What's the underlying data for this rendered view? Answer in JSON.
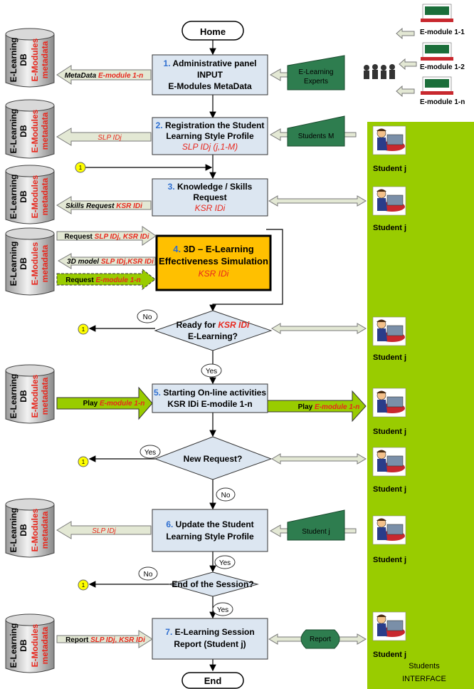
{
  "home_label": "Home",
  "end_label": "End",
  "db": {
    "line1": "E-Learning",
    "line2": "DB",
    "line3": "E-Modules",
    "line4": "metadata"
  },
  "steps": [
    {
      "num": "1.",
      "lines": [
        "Administrative panel",
        "INPUT",
        "E-Modules MetaData"
      ],
      "sub": ""
    },
    {
      "num": "2.",
      "lines": [
        "Registration the Student",
        "Learning Style Profile"
      ],
      "sub": "SLP IDj (j,1-M)"
    },
    {
      "num": "3.",
      "lines": [
        "Knowledge / Skills",
        "Request"
      ],
      "sub": "KSR IDi"
    },
    {
      "num": "4.",
      "lines": [
        "3D – E-Learning",
        "Effectiveness Simulation"
      ],
      "sub": "KSR IDi"
    },
    {
      "num": "5.",
      "lines": [
        "Starting On-line activities",
        "KSR IDi E-modile 1-n"
      ],
      "sub": ""
    },
    {
      "num": "6.",
      "lines": [
        "Update  the Student",
        "Learning Style Profile"
      ],
      "sub": ""
    },
    {
      "num": "7.",
      "lines": [
        "E-Learning Session",
        "Report (Student j)"
      ],
      "sub": ""
    }
  ],
  "decisions": {
    "ready": {
      "a": "Ready for ",
      "b": "KSR IDi",
      "c": "E-Learning?"
    },
    "new_request": "New Request?",
    "end_session": "End of the Session?"
  },
  "answers": {
    "no": "No",
    "yes": "Yes"
  },
  "connector": "1",
  "arrows": {
    "metadata": {
      "a": "MetaData ",
      "b": "E-module 1-n"
    },
    "slp": "SLP IDj",
    "skills": {
      "a": "Skills Request ",
      "b": "KSR IDi"
    },
    "req_slp": {
      "a": "Request ",
      "b": "SLP IDj, KSR IDi"
    },
    "model3d": {
      "a": "3D model ",
      "b": "SLP IDj,KSR IDi"
    },
    "req_mod": {
      "a": "Request ",
      "b": "E-module 1-n"
    },
    "play": {
      "a": "Play ",
      "b": "E-module 1-n"
    },
    "report": {
      "a": "Report ",
      "b": "SLP IDj, KSR IDi"
    }
  },
  "sources": {
    "experts": {
      "a": "E-Learning",
      "b": "Experts"
    },
    "students_m": "Students M",
    "student_j": "Student j",
    "report": "Report"
  },
  "modules": [
    "E-module 1-1",
    "E-module 1-2",
    "E-module 1-n"
  ],
  "student_label": "Student j",
  "interface": {
    "a": "Students",
    "b": "INTERFACE"
  },
  "colors": {
    "panel": "#99cc00",
    "process": "#dce6f1",
    "sim": "#ffc000",
    "source": "#2e7d4f",
    "arrow": "#e3e8d4",
    "connector": "#ffff00"
  }
}
